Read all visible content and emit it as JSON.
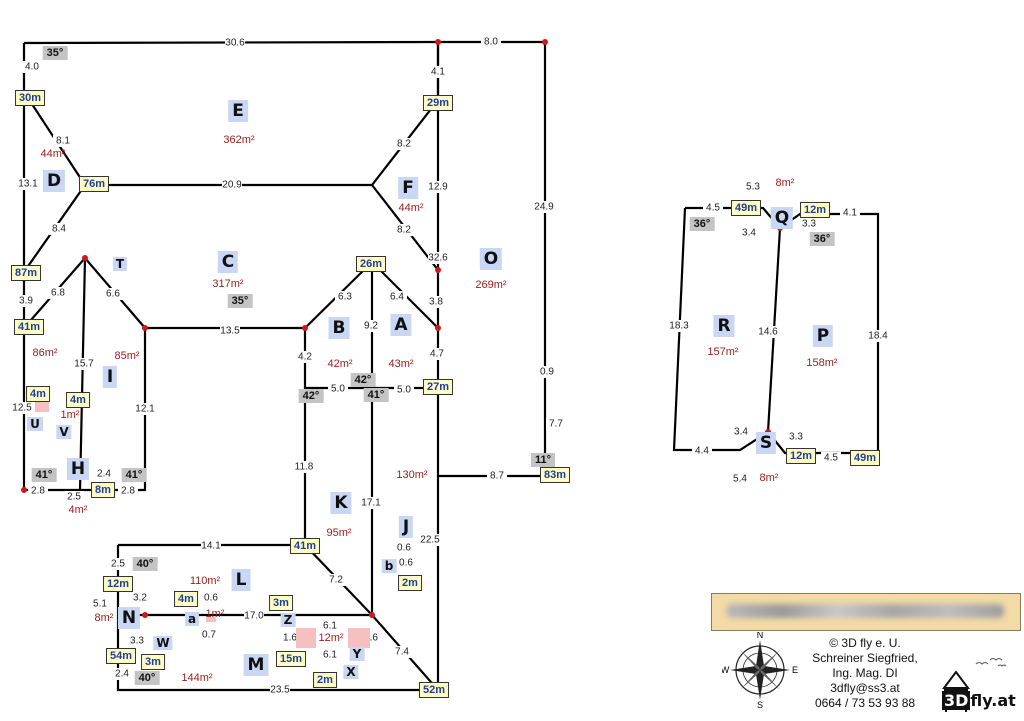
{
  "rooms": [
    {
      "id": "E",
      "area": "362m²"
    },
    {
      "id": "D",
      "area": "44m²"
    },
    {
      "id": "F",
      "area": "44m²"
    },
    {
      "id": "C",
      "area": "317m²"
    },
    {
      "id": "O",
      "area": "269m²"
    },
    {
      "id": "T"
    },
    {
      "id": "B",
      "area": "42m²"
    },
    {
      "id": "A",
      "area": "43m²"
    },
    {
      "id": "I",
      "area": "85m²"
    },
    {
      "id": "K",
      "area": "95m²"
    },
    {
      "id": "J"
    },
    {
      "id": "L",
      "area": "110m²"
    },
    {
      "id": "N",
      "area": "8m²"
    },
    {
      "id": "Z"
    },
    {
      "id": "a",
      "area": "1m²"
    },
    {
      "id": "M",
      "area": "144m²"
    },
    {
      "id": "W"
    },
    {
      "id": "X"
    },
    {
      "id": "Y",
      "area": "12m²"
    },
    {
      "id": "H",
      "area": "4m²"
    },
    {
      "id": "U",
      "area": "1m²"
    },
    {
      "id": "V"
    },
    {
      "id": "b"
    },
    {
      "id": "R",
      "area": "157m²"
    },
    {
      "id": "P",
      "area": "158m²"
    },
    {
      "id": "Q",
      "area": "8m²"
    },
    {
      "id": "S",
      "area": "8m²"
    }
  ],
  "extra_areas": [
    "86m²",
    "130m²"
  ],
  "heights": [
    "30m",
    "76m",
    "87m",
    "41m",
    "29m",
    "26m",
    "27m",
    "83m",
    "4m",
    "4m",
    "8m",
    "41m",
    "12m",
    "54m",
    "3m",
    "4m",
    "3m",
    "15m",
    "2m",
    "2m",
    "52m",
    "49m",
    "12m",
    "12m",
    "49m"
  ],
  "angles": [
    "35°",
    "35°",
    "42°",
    "42°",
    "41°",
    "41°",
    "41°",
    "11°",
    "40°",
    "40°",
    "36°",
    "36°"
  ],
  "lengths": [
    "30.6",
    "8.0",
    "4.0",
    "4.1",
    "8.1",
    "13.1",
    "8.2",
    "20.9",
    "12.9",
    "24.9",
    "8.4",
    "8.2",
    "32.6",
    "3.9",
    "6.8",
    "6.6",
    "6.3",
    "6.4",
    "3.8",
    "13.5",
    "9.2",
    "4.2",
    "4.7",
    "15.7",
    "5.0",
    "5.0",
    "12.5",
    "12.1",
    "0.9",
    "7.7",
    "11.8",
    "17.1",
    "2.4",
    "2.8",
    "2.8",
    "2.5",
    "8.7",
    "22.5",
    "0.6",
    "0.6",
    "14.1",
    "7.2",
    "2.5",
    "5.1",
    "3.2",
    "0.6",
    "17.0",
    "0.7",
    "6.1",
    "1.6",
    "1.6",
    "3.3",
    "6.1",
    "7.4",
    "2.4",
    "23.5",
    "5.3",
    "4.5",
    "3.4",
    "3.3",
    "4.1",
    "18.3",
    "14.6",
    "18.4",
    "3.4",
    "3.3",
    "4.4",
    "4.5",
    "5.4"
  ],
  "compass": {
    "n": "N",
    "e": "E",
    "s": "S",
    "w": "W"
  },
  "credits": [
    "© 3D fly e. U.",
    "Schreiner Siegfried,",
    "Ing. Mag. DI",
    "3dfly@ss3.at",
    "0664 / 73 53 93 88"
  ],
  "logo": {
    "a": "3D",
    "b": "fly.at"
  }
}
